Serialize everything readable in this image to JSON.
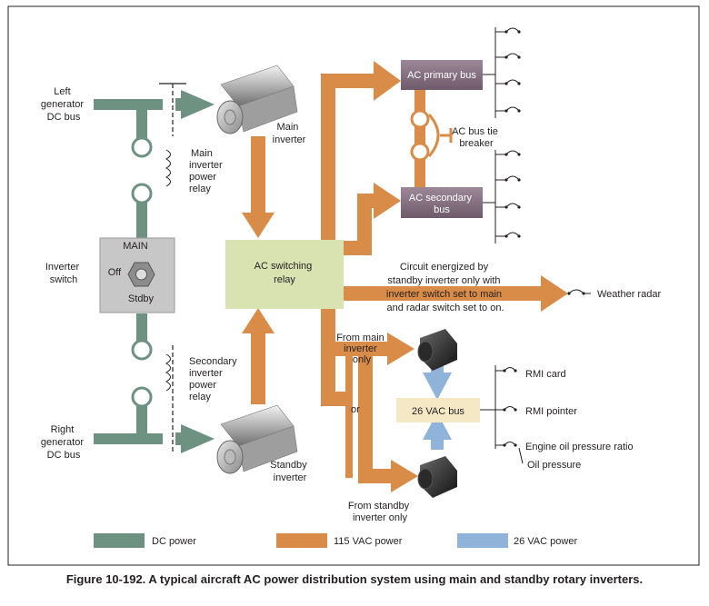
{
  "colors": {
    "dc": "#6e9281",
    "ac115": "#d98c48",
    "ac26": "#8fb3d9",
    "bus_box": "#8a7484",
    "relay_box": "#d9e2b1",
    "vac26_box": "#f4e9c4"
  },
  "caption": "Figure 10-192. A typical aircraft AC power distribution system using main and standby rotary inverters.",
  "labels": {
    "left_gen": [
      "Left",
      "generator",
      "DC bus"
    ],
    "right_gen": [
      "Right",
      "generator",
      "DC bus"
    ],
    "main_relay": [
      "Main",
      "inverter",
      "power",
      "relay"
    ],
    "sec_relay": [
      "Secondary",
      "inverter",
      "power",
      "relay"
    ],
    "inverter_switch": [
      "Inverter",
      "switch"
    ],
    "switch_main": "MAIN",
    "switch_off": "Off",
    "switch_stdby": "Stdby",
    "main_inverter": [
      "Main",
      "inverter"
    ],
    "standby_inverter": [
      "Standby",
      "inverter"
    ],
    "ac_switching_relay": [
      "AC switching",
      "relay"
    ],
    "ac_primary_bus": "AC primary bus",
    "ac_secondary_bus": [
      "AC secondary",
      "bus"
    ],
    "bus_tie_breaker": [
      "AC bus tie",
      "breaker"
    ],
    "circuit_note": [
      "Circuit energized by",
      "standby inverter only with",
      "inverter switch set to main",
      "and radar switch set to on."
    ],
    "weather_radar": "Weather radar",
    "from_main": [
      "From main",
      "inverter",
      "only"
    ],
    "or": "or",
    "from_standby": [
      "From standby",
      "inverter only"
    ],
    "vac26_bus": "26 VAC bus",
    "rmi_card": "RMI card",
    "rmi_pointer": "RMI pointer",
    "engine_oil_ratio": "Engine oil pressure ratio",
    "oil_pressure": "Oil pressure"
  },
  "legend": [
    {
      "label": "DC power",
      "color": "#6e9281"
    },
    {
      "label": "115 VAC power",
      "color": "#d98c48"
    },
    {
      "label": "26 VAC power",
      "color": "#8fb3d9"
    }
  ]
}
